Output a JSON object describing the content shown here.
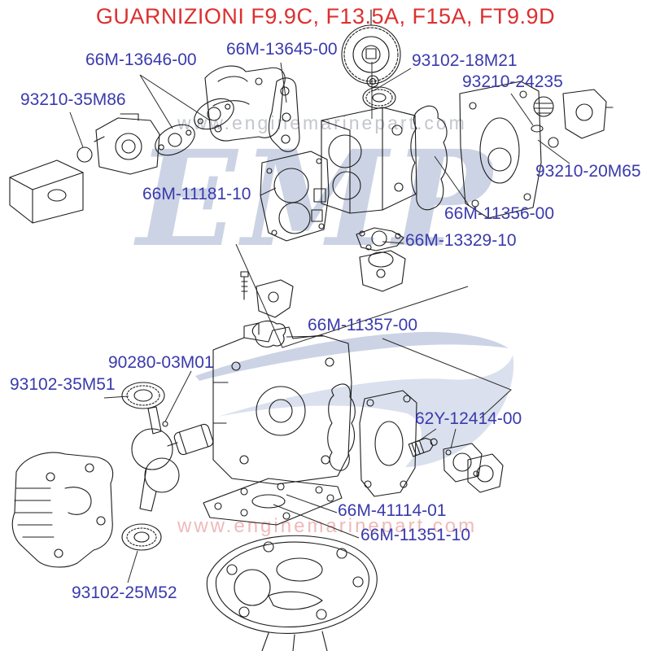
{
  "title": {
    "text": "GUARNIZIONI F9.9C, F13.5A, F15A, FT9.9D",
    "color": "#dd2f2f"
  },
  "watermark": {
    "logo_text": "EMP",
    "logo_color": "#8696be",
    "url_top": "www.enginemarinepart.com",
    "url_bottom": "www.enginemarinepart.com"
  },
  "label_color": "#3a3aad",
  "line_color": "#1c1c1c",
  "part_labels": [
    {
      "text": "66M-13646-00",
      "points_to": "intake-manifold-gaskets"
    },
    {
      "text": "66M-13645-00",
      "points_to": "manifold-end-gasket"
    },
    {
      "text": "93102-18M21",
      "points_to": "crankshaft-oil-seal-top"
    },
    {
      "text": "93210-24235",
      "points_to": "thermostat-o-ring"
    },
    {
      "text": "93210-35M86",
      "points_to": "carburetor-o-ring"
    },
    {
      "text": "93210-20M65",
      "points_to": "cover-o-ring"
    },
    {
      "text": "66M-11181-10",
      "points_to": "cylinder-head-gasket"
    },
    {
      "text": "66M-11356-00",
      "points_to": "head-cover-gasket"
    },
    {
      "text": "66M-13329-10",
      "points_to": "water-pump-gasket"
    },
    {
      "text": "66M-11357-00",
      "points_to": "breather-cover-gasket"
    },
    {
      "text": "90280-03M01",
      "points_to": "woodruff-key"
    },
    {
      "text": "93102-35M51",
      "points_to": "crankshaft-oil-seal-upper"
    },
    {
      "text": "62Y-12414-00",
      "points_to": "thermo-switch-assembly"
    },
    {
      "text": "66M-41114-01",
      "points_to": "upper-casing-gasket-plate"
    },
    {
      "text": "66M-11351-10",
      "points_to": "crankcase-gasket"
    },
    {
      "text": "93102-25M52",
      "points_to": "crankshaft-oil-seal-lower"
    }
  ],
  "drawn_parts": [
    "intake-silencer-box",
    "carburetor",
    "intake-manifold",
    "manifold-gaskets",
    "manifold-end-gasket",
    "starter-pulley-flywheel",
    "washer",
    "oil-seal-top",
    "cylinder-block",
    "cylinder-head-gasket",
    "head-cover-gasket",
    "cylinder-head",
    "thermostat-cap",
    "side-cover",
    "water-pump-gasket",
    "water-pump-housing",
    "bolt",
    "anode-bracket",
    "breather-cover-gasket",
    "crankcase",
    "crankcase-side-gasket",
    "timing-cover",
    "crankshaft-assembly",
    "oil-seal-upper",
    "woodruff-key",
    "upper-casing",
    "oil-seal-lower",
    "upper-casing-gasket-plate",
    "oil-pan",
    "thermo-switch-set"
  ]
}
